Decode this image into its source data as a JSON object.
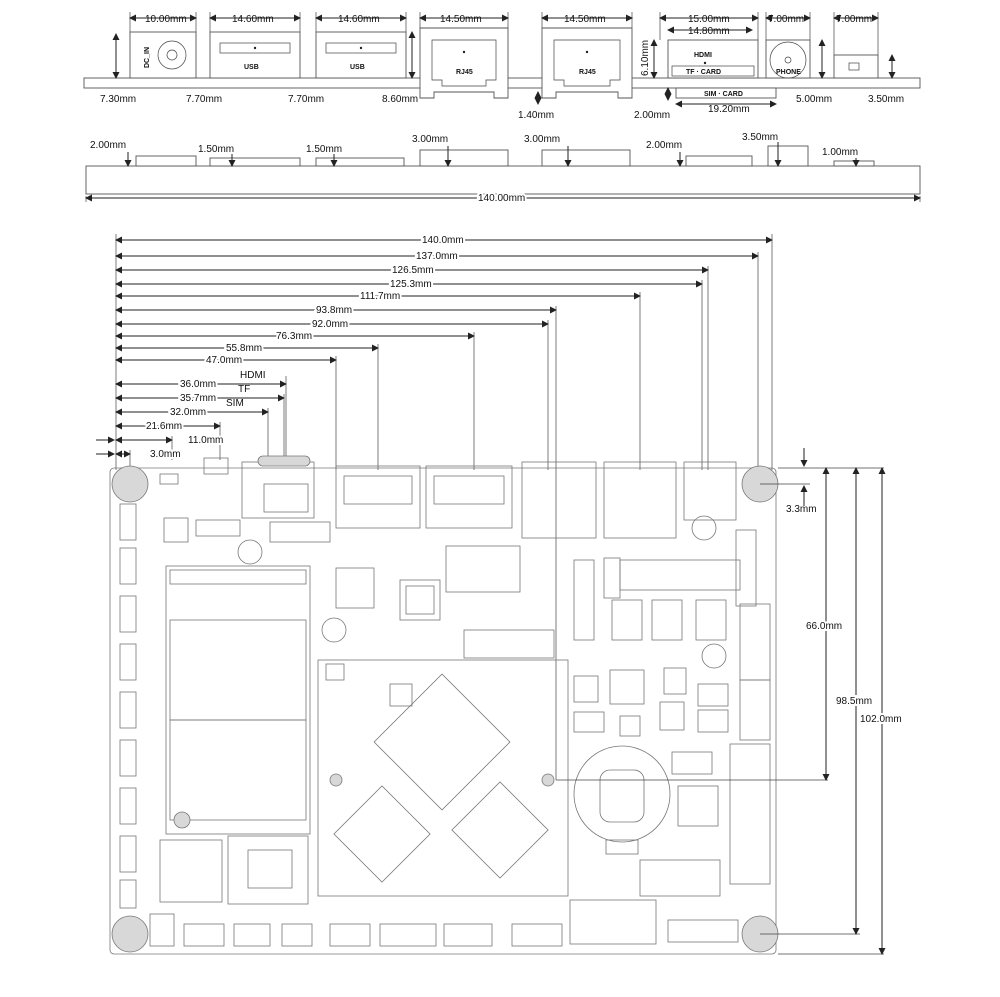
{
  "side_view": {
    "top_dims": [
      "10.00mm",
      "14.60mm",
      "14.60mm",
      "14.50mm",
      "14.50mm",
      "15.00mm",
      "14.80mm",
      "7.00mm",
      "7.00mm"
    ],
    "bottom_dims": [
      "7.30mm",
      "7.70mm",
      "7.70mm",
      "8.60mm",
      "1.40mm",
      "2.00mm",
      "19.20mm",
      "5.00mm",
      "3.50mm"
    ],
    "height_dim": "6.10mm",
    "connectors": {
      "dc": "DC_IN",
      "usb1": "USB",
      "usb2": "USB",
      "rj45_1": "RJ45",
      "rj45_2": "RJ45",
      "hdmi": "HDMI",
      "tf": "TF · CARD",
      "sim": "SIM · CARD",
      "phone": "PHONE"
    }
  },
  "height_view": {
    "heights": [
      "2.00mm",
      "1.50mm",
      "1.50mm",
      "3.00mm",
      "3.00mm",
      "2.00mm",
      "3.50mm",
      "1.00mm"
    ],
    "length": "140.00mm"
  },
  "top_view": {
    "h_dims": [
      "140.0mm",
      "137.0mm",
      "126.5mm",
      "125.3mm",
      "111.7mm",
      "93.8mm",
      "92.0mm",
      "76.3mm",
      "55.8mm",
      "47.0mm",
      "36.0mm",
      "35.7mm",
      "32.0mm",
      "21.6mm",
      "11.0mm",
      "3.0mm"
    ],
    "h_labels": [
      "HDMI",
      "TF",
      "SIM"
    ],
    "v_dims": [
      "3.3mm",
      "66.0mm",
      "98.5mm",
      "102.0mm"
    ]
  }
}
